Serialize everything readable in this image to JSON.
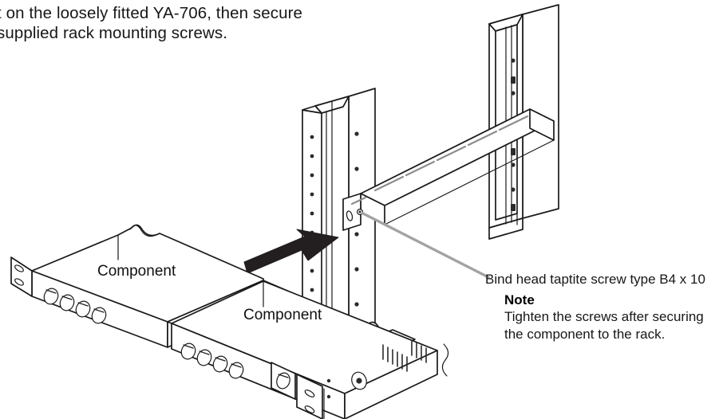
{
  "document": {
    "type": "technical-instruction-illustration",
    "background_color": "#ffffff",
    "line_color": "#1a1a1a",
    "leader_line_color": "#9a9a9a",
    "arrow_color": "#231f20"
  },
  "instruction": {
    "line1": "t on the loosely fitted YA-706, then secure",
    "line2": "supplied rack mounting screws."
  },
  "callout": {
    "screw_label": "Bind head taptite screw type B4 x 10",
    "note_title": "Note",
    "note_line1": "Tighten the screws after securing",
    "note_line2": "the component to the rack."
  },
  "labels": {
    "component_top": "Component",
    "component_bottom": "Component"
  },
  "figure_parts": {
    "front_rack_post": "front-rack-post",
    "rear_rack_post": "rear-rack-post",
    "mounting_rail": "ya-706-mounting-rail",
    "insertion_arrow": "insertion-direction-arrow",
    "screw_leader_line": "screw-leader-line",
    "component_chassis_upper": "component-chassis-upper",
    "component_chassis_lower": "component-chassis-lower",
    "rack_ear_left": "rack-ear-left",
    "rack_ear_middle": "rack-ear-middle",
    "rack_ear_right": "rack-ear-right"
  }
}
